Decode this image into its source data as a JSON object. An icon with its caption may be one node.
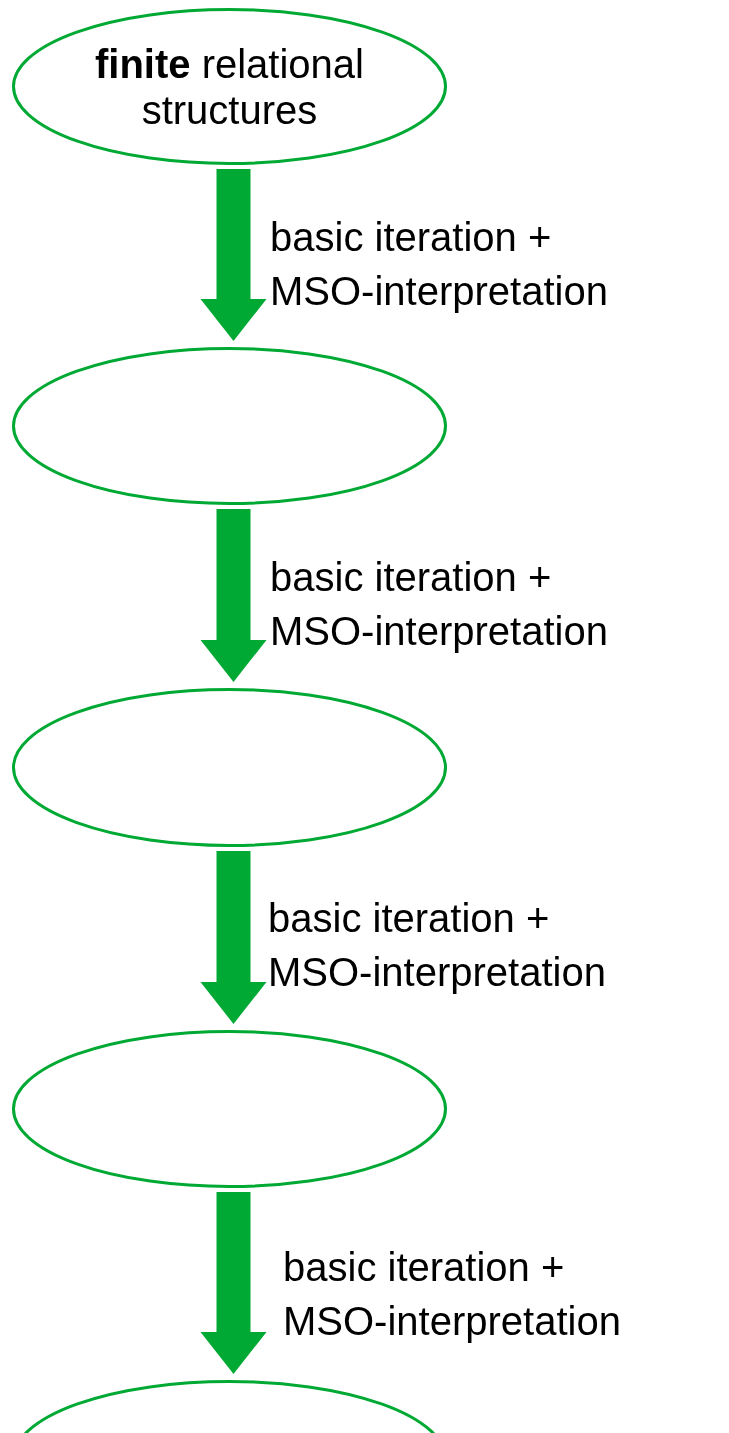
{
  "diagram": {
    "nodes": [
      {
        "text": [
          "**finite** relational structures"
        ]
      },
      {
        "text": [],
        "shape": "ellipse"
      },
      {
        "text": [],
        "shape": "ellipse"
      },
      {
        "text": [],
        "shape": "ellipse"
      },
      {
        "text": [],
        "shape": "ellipse"
      }
    ],
    "edges": [
      {
        "from": 0,
        "to": 1,
        "arrow": "to",
        "label": "basic iteration + MSO-interpretation"
      },
      {
        "from": 1,
        "to": 2,
        "arrow": "to",
        "label": "basic iteration + MSO-interpretation"
      },
      {
        "from": 2,
        "to": 3,
        "arrow": "to",
        "label": "basic iteration + MSO-interpretation"
      },
      {
        "from": 3,
        "to": 4,
        "arrow": "to",
        "label": "basic iteration + MSO-interpretation"
      }
    ]
  }
}
